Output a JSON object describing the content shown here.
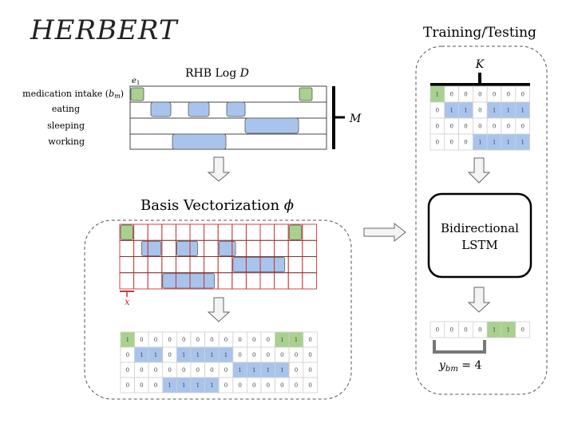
{
  "header": {
    "title": "HERBERT"
  },
  "log": {
    "title": "RHB Log D",
    "title_text": "RHB Log ",
    "title_var": "D",
    "event_label": "e1",
    "event_base": "e",
    "event_sub": "1",
    "rows": [
      "medication intake (b_m)",
      "eating",
      "sleeping",
      "working"
    ],
    "row_texts": [
      "medication intake (",
      "eating",
      "sleeping",
      "working"
    ],
    "row0_var": "b",
    "row0_sub": "m",
    "row0_close": ")",
    "brace_label": "M"
  },
  "basis": {
    "title": "Basis Vectorization ϕ",
    "title_text": "Basis Vectorization ",
    "title_phi": "ϕ",
    "x_label": "x"
  },
  "training": {
    "title": "Training/Testing",
    "k_label": "K",
    "lstm_line1": "Bidirectional",
    "lstm_line2": "LSTM",
    "y_label": "y_bm = 4",
    "y_var": "y",
    "y_sub": "bm",
    "y_rest": " = 4"
  },
  "colors": {
    "green": "#a9d18e",
    "blue": "#a9c4ec",
    "grid_red": "#cc3333",
    "cell_border": "#d0d0d0"
  },
  "basis_matrix": [
    [
      1,
      0,
      0,
      0,
      0,
      0,
      0,
      0,
      0,
      0,
      0,
      1,
      1,
      0
    ],
    [
      0,
      1,
      1,
      0,
      1,
      1,
      1,
      1,
      0,
      0,
      0,
      0,
      0,
      0
    ],
    [
      0,
      0,
      0,
      0,
      0,
      0,
      0,
      0,
      1,
      1,
      1,
      1,
      0,
      0
    ],
    [
      0,
      0,
      0,
      1,
      1,
      1,
      1,
      0,
      0,
      0,
      0,
      0,
      0,
      0
    ]
  ],
  "basis_matrix_colors": [
    [
      "g",
      "",
      "",
      "",
      "",
      "",
      "",
      "",
      "",
      "",
      "",
      "g",
      "g",
      ""
    ],
    [
      "",
      "b",
      "b",
      "",
      "b",
      "b",
      "b",
      "b",
      "",
      "",
      "",
      "",
      "",
      ""
    ],
    [
      "",
      "",
      "",
      "",
      "",
      "",
      "",
      "",
      "b",
      "b",
      "b",
      "b",
      "",
      ""
    ],
    [
      "",
      "",
      "",
      "b",
      "b",
      "b",
      "b",
      "",
      "",
      "",
      "",
      "",
      "",
      ""
    ]
  ],
  "train_matrix": [
    [
      1,
      0,
      0,
      0,
      0,
      0,
      0
    ],
    [
      0,
      1,
      1,
      0,
      1,
      1,
      1
    ],
    [
      0,
      0,
      0,
      0,
      0,
      0,
      0
    ],
    [
      0,
      0,
      0,
      1,
      1,
      1,
      1
    ]
  ],
  "train_matrix_colors": [
    [
      "g",
      "",
      "",
      "",
      "",
      "",
      ""
    ],
    [
      "",
      "b",
      "b",
      "",
      "b",
      "b",
      "b"
    ],
    [
      "",
      "",
      "",
      "",
      "",
      "",
      ""
    ],
    [
      "",
      "",
      "",
      "b",
      "b",
      "b",
      "b"
    ]
  ],
  "output_vector": [
    0,
    0,
    0,
    0,
    1,
    1,
    0
  ],
  "output_vector_colors": [
    "",
    "",
    "",
    "",
    "g",
    "g",
    ""
  ]
}
